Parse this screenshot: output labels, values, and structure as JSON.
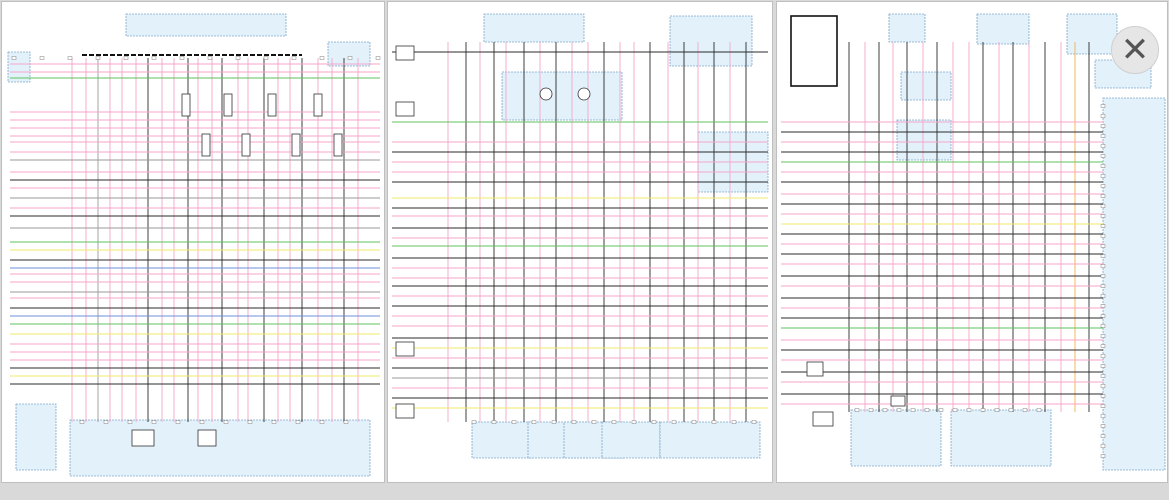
{
  "viewer": {
    "close_glyph": "✕",
    "close_icon": "close-icon"
  },
  "sheets": [
    {
      "id": "sheet-1"
    },
    {
      "id": "sheet-2"
    },
    {
      "id": "sheet-3"
    }
  ],
  "colors": {
    "pink": "#f4a6c8",
    "green": "#5fc35f",
    "yellow": "#f1ea6a",
    "blue": "#6b8fd6",
    "dark": "#2b2b2b",
    "grey": "#9a9a9a",
    "orange": "#f2b24a",
    "box_fill": "#e3f1fb",
    "box_stroke": "#7fa6c9"
  }
}
